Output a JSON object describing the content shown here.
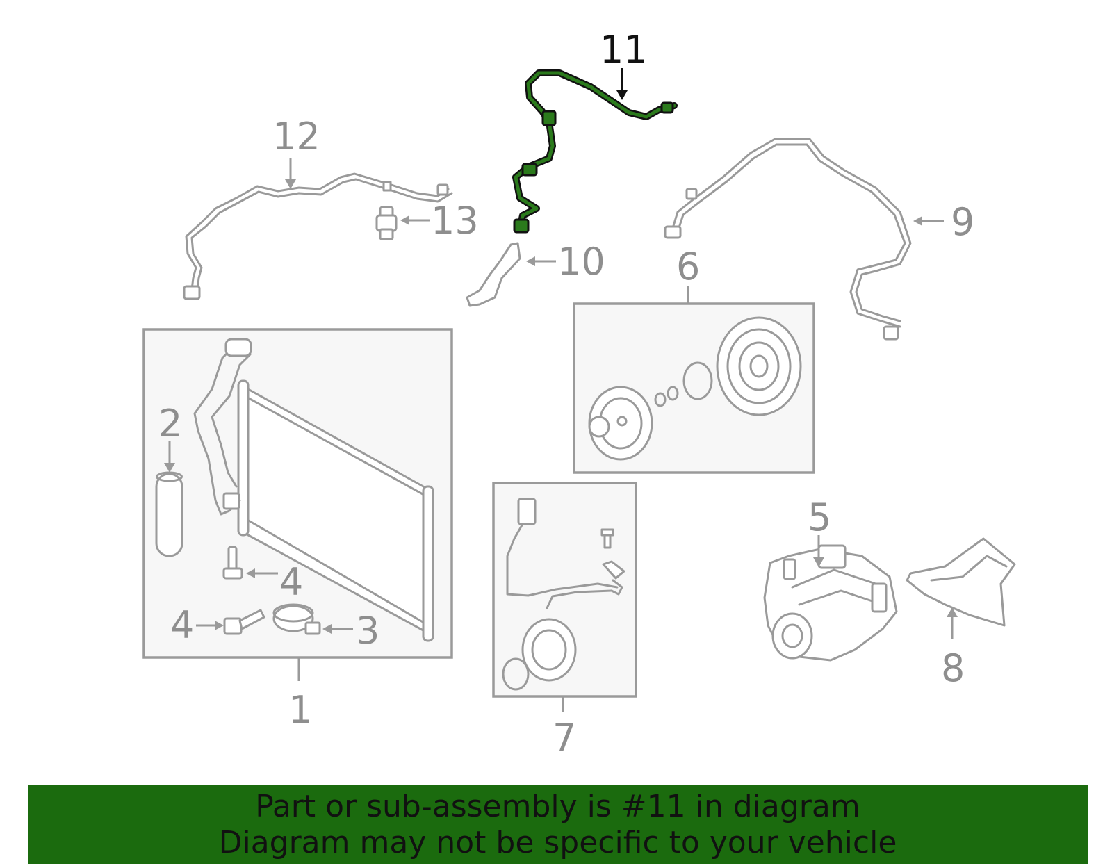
{
  "callouts": {
    "c1": "1",
    "c2": "2",
    "c3": "3",
    "c4a": "4",
    "c4b": "4",
    "c5": "5",
    "c6": "6",
    "c7": "7",
    "c8": "8",
    "c9": "9",
    "c10": "10",
    "c11": "11",
    "c12": "12",
    "c13": "13"
  },
  "highlight_part": "11",
  "colors": {
    "highlight": "#2b7a1c",
    "banner": "#1b6b0e",
    "part_gray": "#9a9a9a"
  },
  "banner": {
    "line1": "Part or sub-assembly is #11 in diagram",
    "line2": "Diagram may not be specific to your vehicle"
  }
}
